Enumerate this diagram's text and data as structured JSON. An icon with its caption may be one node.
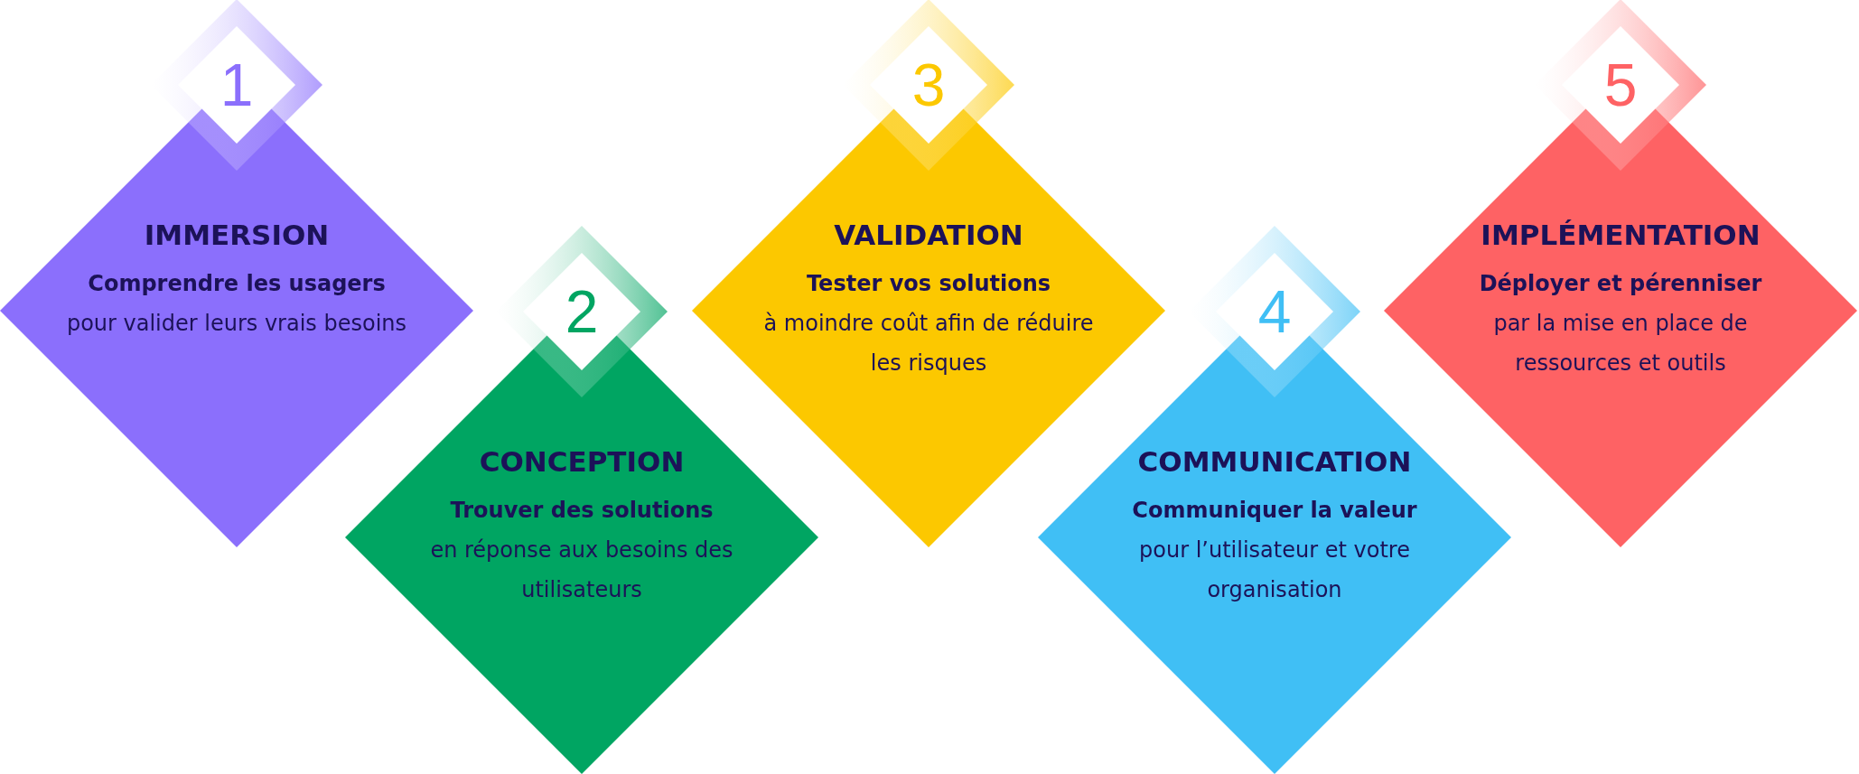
{
  "diagram": {
    "nodes": [
      {
        "text": [
          "IMMERSION",
          "**Comprendre les usagers** pour valider leurs vrais besoins"
        ]
      },
      {
        "text": [
          "1"
        ]
      },
      {
        "text": [
          "CONCEPTION",
          "**Trouver des solutions** en réponse aux besoins des utilisateurs"
        ]
      },
      {
        "text": [
          "2"
        ]
      },
      {
        "text": [
          "VALIDATION",
          "**Tester vos solutions** à moindre coût afin de réduire les risques"
        ]
      },
      {
        "text": [
          "3"
        ]
      },
      {
        "text": [
          "COMMUNICATION",
          "**Communiquer la valeur** pour l’utilisateur et votre organisation"
        ]
      },
      {
        "text": [
          "4"
        ]
      },
      {
        "text": [
          "IMPLÉMENTATION",
          "**Déployer et pérenniser** par la mise en place de ressources et outils"
        ]
      },
      {
        "text": [
          "5"
        ]
      }
    ]
  }
}
